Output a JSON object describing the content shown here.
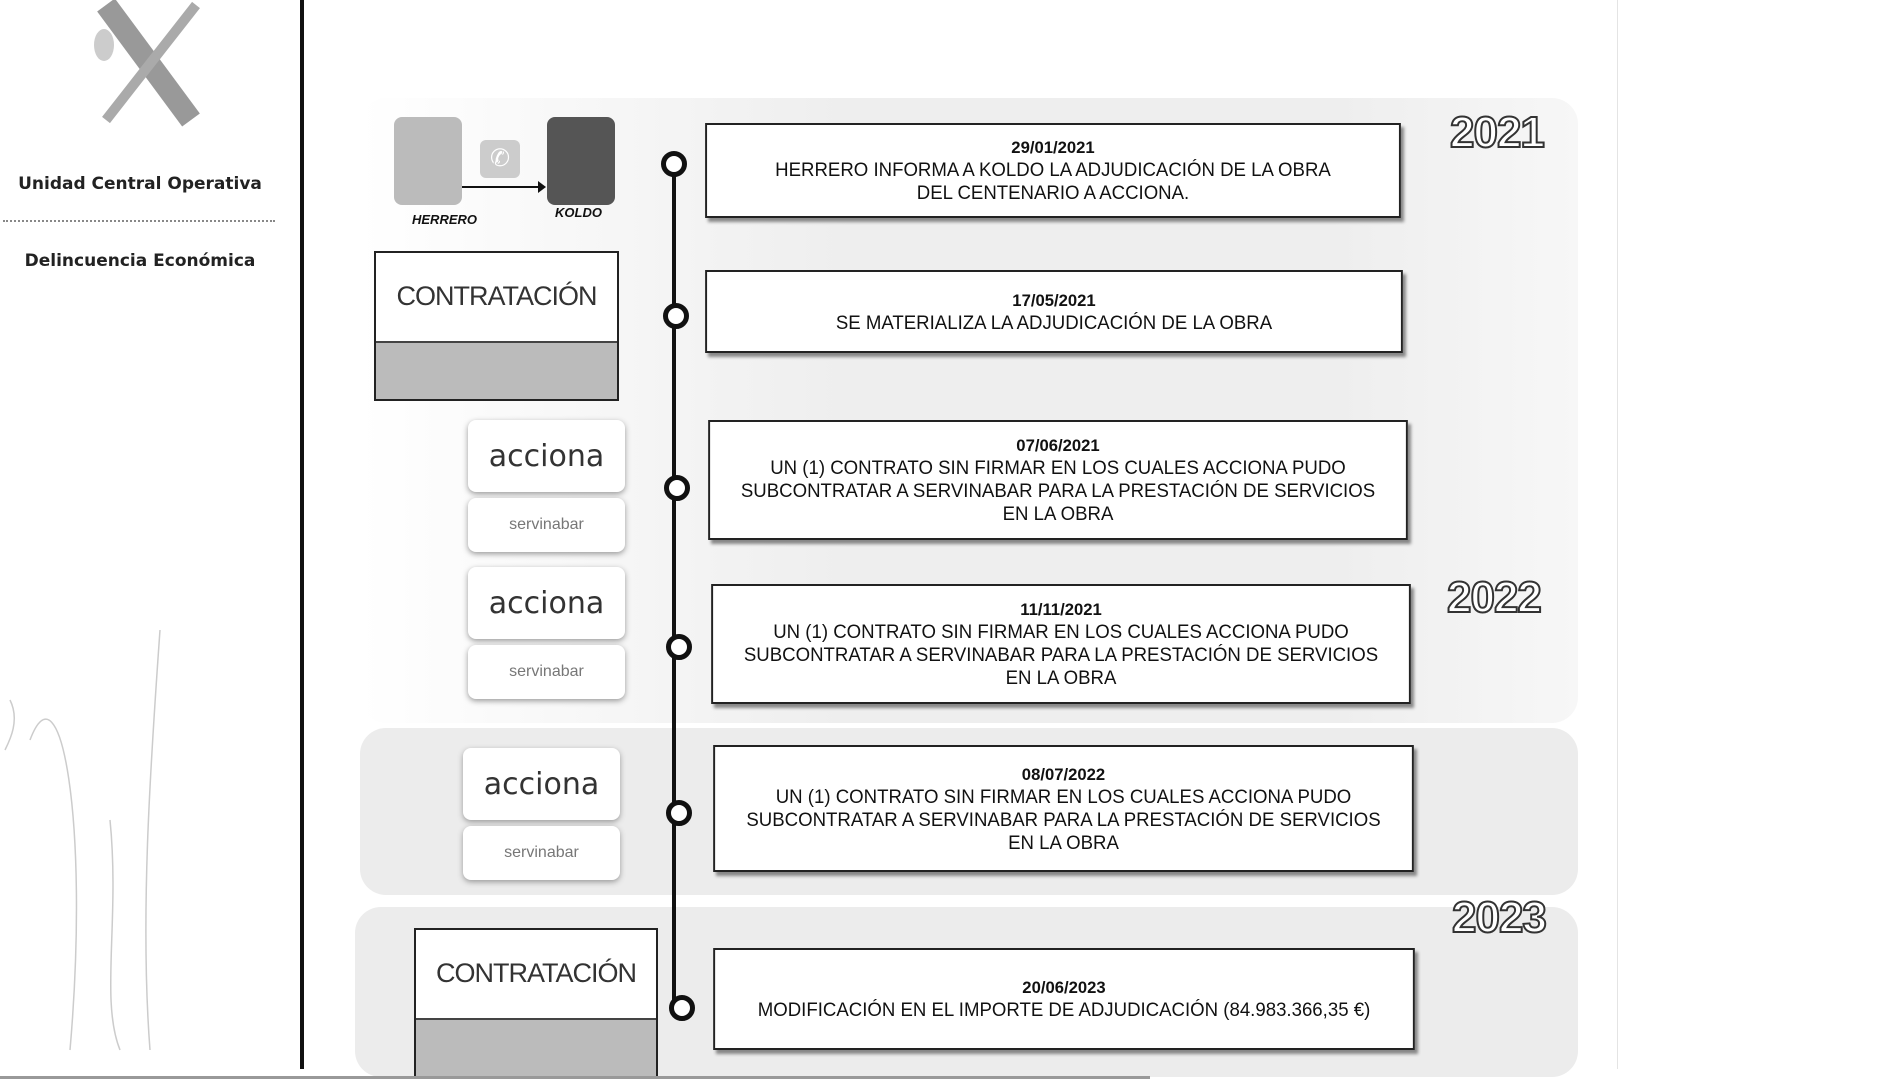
{
  "sidebar": {
    "unit": "Unidad Central Operativa",
    "department": "Delincuencia Económica"
  },
  "people": {
    "from": "HERRERO",
    "to": "KOLDO",
    "channel_icon": "whatsapp-icon"
  },
  "logos": {
    "contratacion": "CONTRATACIÓN",
    "acciona": "acciona",
    "servinabar": "servinabar"
  },
  "years": [
    "2021",
    "2022",
    "2023"
  ],
  "events": [
    {
      "date": "29/01/2021",
      "text": "HERRERO INFORMA A KOLDO LA ADJUDICACIÓN DE LA OBRA DEL CENTENARIO A ACCIONA."
    },
    {
      "date": "17/05/2021",
      "text": "SE MATERIALIZA LA ADJUDICACIÓN DE LA OBRA"
    },
    {
      "date": "07/06/2021",
      "text": "UN (1) CONTRATO SIN FIRMAR EN LOS CUALES ACCIONA PUDO SUBCONTRATAR A SERVINABAR PARA LA PRESTACIÓN DE SERVICIOS EN LA OBRA"
    },
    {
      "date": "11/11/2021",
      "text": "UN (1) CONTRATO SIN FIRMAR EN LOS CUALES ACCIONA PUDO SUBCONTRATAR A SERVINABAR PARA LA PRESTACIÓN DE SERVICIOS EN LA OBRA"
    },
    {
      "date": "08/07/2022",
      "text": "UN (1) CONTRATO SIN FIRMAR EN LOS CUALES ACCIONA PUDO SUBCONTRATAR A SERVINABAR PARA LA PRESTACIÓN DE SERVICIOS EN LA OBRA"
    },
    {
      "date": "20/06/2023",
      "text": "MODIFICACIÓN EN EL IMPORTE DE ADJUDICACIÓN (84.983.366,35 €)"
    }
  ]
}
